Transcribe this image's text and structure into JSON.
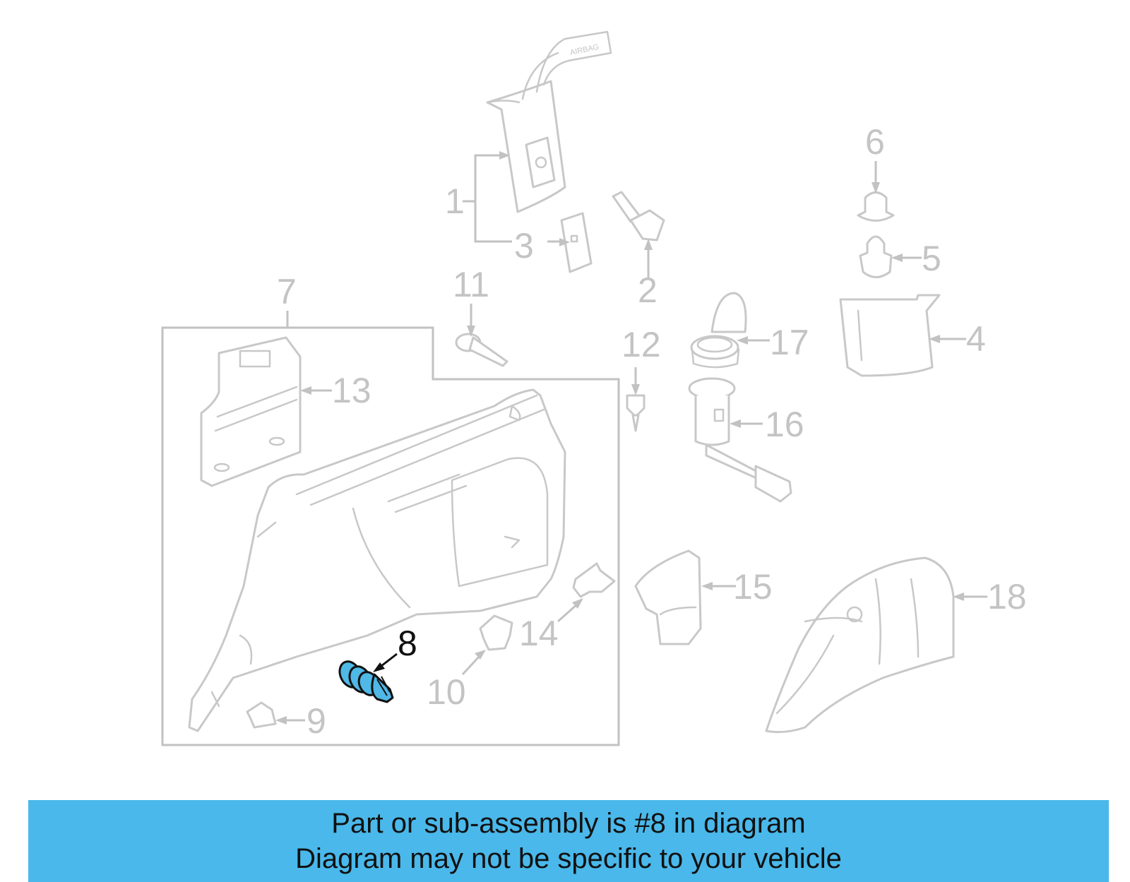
{
  "diagram": {
    "callouts": {
      "c1": "1",
      "c2": "2",
      "c3": "3",
      "c4": "4",
      "c5": "5",
      "c6": "6",
      "c7": "7",
      "c8": "8",
      "c9": "9",
      "c10": "10",
      "c11": "11",
      "c12": "12",
      "c13": "13",
      "c14": "14",
      "c15": "15",
      "c16": "16",
      "c17": "17",
      "c18": "18"
    },
    "airbag_tag": "AIRBAG",
    "highlighted_part": "8",
    "highlight_color": "#4fb8e6",
    "part_color": "#c8c8c8"
  },
  "banner": {
    "line1": "Part or sub-assembly is #8 in diagram",
    "line2": "Diagram may not be specific to your vehicle",
    "background": "#4ab8ea"
  }
}
